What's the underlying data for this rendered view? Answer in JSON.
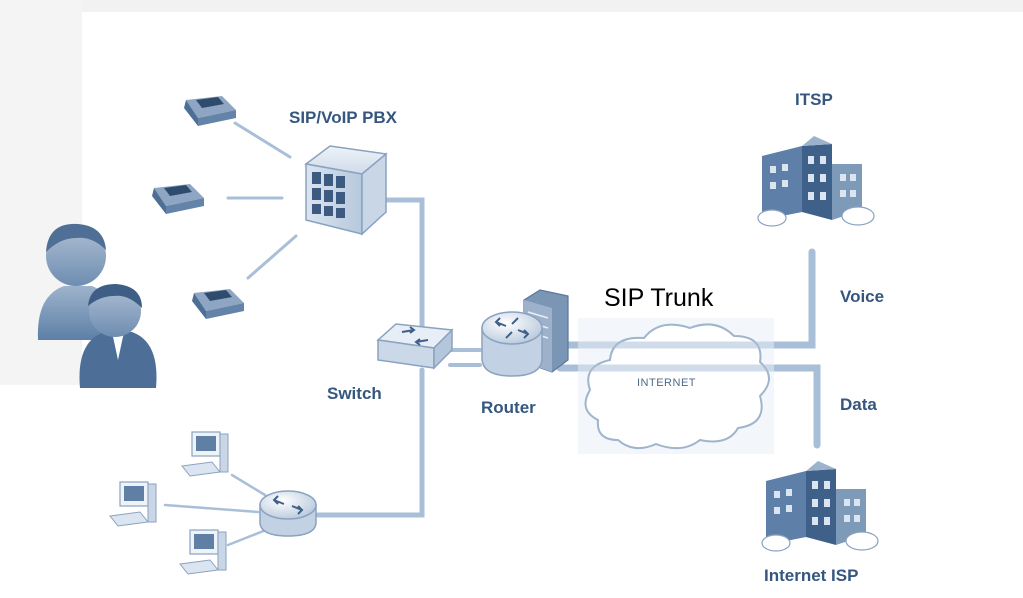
{
  "labels": {
    "pbx": "SIP/VoIP PBX",
    "switch": "Switch",
    "router": "Router",
    "sip_trunk": "SIP Trunk",
    "internet": "INTERNET",
    "itsp": "ITSP",
    "voice": "Voice",
    "data": "Data",
    "internet_isp": "Internet ISP"
  },
  "icons": [
    "ip-phone-icon",
    "pbx-server-icon",
    "users-icon",
    "switch-icon",
    "router-icon",
    "cloud-icon",
    "building-icon",
    "computer-icon"
  ],
  "colors": {
    "line": "#a9bfd8",
    "label": "#35577f",
    "device": "#7893b2"
  }
}
